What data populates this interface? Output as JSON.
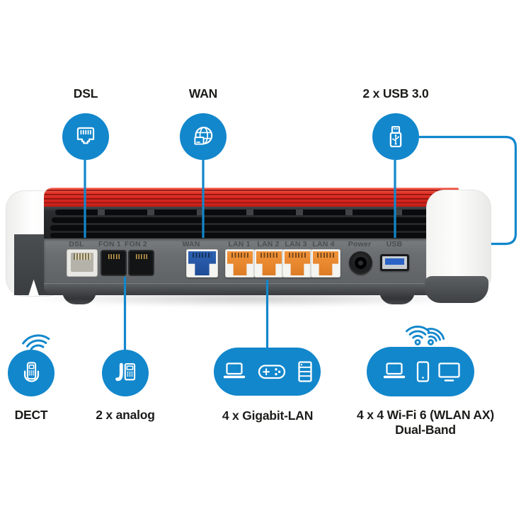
{
  "colors": {
    "accent_blue": "#1287cc",
    "router_red": "#d2221b",
    "lan_orange": "#ee8b33",
    "wan_port_blue": "#2456a6",
    "usb_port_blue": "#2c63c6"
  },
  "top_callouts": {
    "dsl": {
      "label": "DSL",
      "icon": "rj45-jack"
    },
    "wan": {
      "label": "WAN",
      "icon": "globe"
    },
    "usb": {
      "label": "2 x USB 3.0",
      "icon": "usb-stick"
    }
  },
  "router": {
    "port_labels": [
      "DSL",
      "FON 1",
      "FON 2",
      "WAN",
      "LAN 1",
      "LAN 2",
      "LAN 3",
      "LAN 4",
      "Power",
      "USB"
    ]
  },
  "bottom_callouts": {
    "dect": {
      "label": "DECT",
      "icon": "cordless-phone"
    },
    "analog": {
      "label": "2 x analog",
      "icon": "desk-phone"
    },
    "gigabit_lan": {
      "label": "4 x Gigabit-LAN",
      "icons": [
        "laptop",
        "game-controller",
        "nas-server"
      ]
    },
    "wifi": {
      "label_line1": "4 x 4 Wi-Fi 6 (WLAN AX)",
      "label_line2": "Dual-Band",
      "icons": [
        "laptop",
        "smartphone",
        "monitor"
      ]
    }
  }
}
